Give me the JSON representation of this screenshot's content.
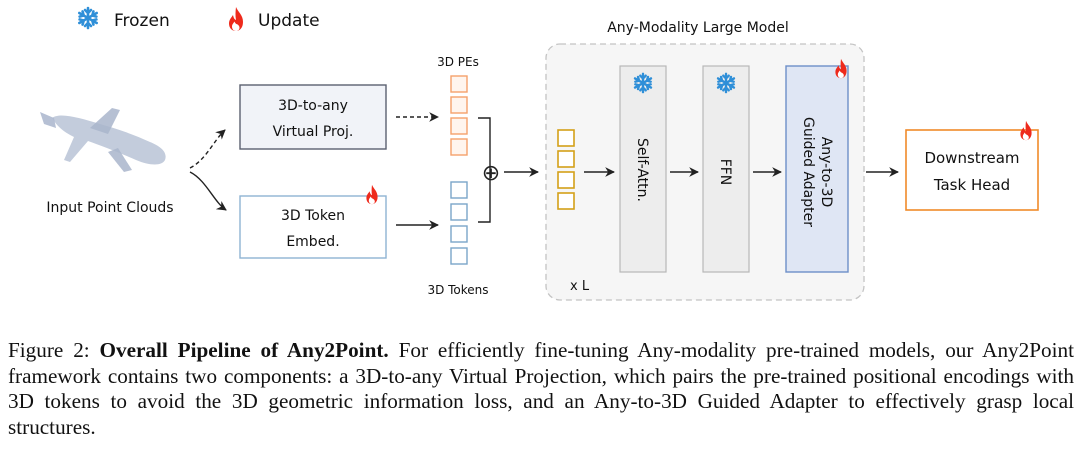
{
  "legend": {
    "frozen_label": "Frozen",
    "update_label": "Update",
    "frozen_icon": "snowflake-icon",
    "update_icon": "flame-icon"
  },
  "diagram": {
    "input_label": "Input Point Clouds",
    "projection": {
      "line1": "3D-to-any",
      "line2": "Virtual Proj."
    },
    "embed": {
      "line1": "3D Token",
      "line2": "Embed."
    },
    "pes_label": "3D PEs",
    "tokens_label": "3D Tokens",
    "plus_symbol": "⊕",
    "model_title": "Any-Modality Large Model",
    "repeat_label": "x L",
    "self_attn_label": "Self-Attn.",
    "ffn_label": "FFN",
    "adapter": {
      "line1": "Any-to-3D",
      "line2": "Guided Adapter"
    },
    "head": {
      "line1": "Downstream",
      "line2": "Task Head"
    },
    "colors": {
      "projection_fill": "#f1f3f8",
      "projection_border": "#5b6070",
      "pe_orange": "#f4a16b",
      "token_blue": "#7aa6c9",
      "concat_gold": "#d4a018",
      "block_gray": "#ededed",
      "adapter_fill": "#dfe6f4",
      "adapter_border": "#6d8fc8",
      "head_border": "#f08a2a",
      "flame": "#ee2a1c",
      "snow": "#2f8fd8"
    }
  },
  "caption": {
    "prefix": "Figure 2: ",
    "title": "Overall Pipeline of Any2Point.",
    "body": " For efficiently fine-tuning Any-modality pre-trained models, our Any2Point framework contains two components: a 3D-to-any Virtual Projection, which pairs the pre-trained positional encodings with 3D tokens to avoid the 3D geometric information loss, and an Any-to-3D Guided Adapter to effectively grasp local structures."
  }
}
